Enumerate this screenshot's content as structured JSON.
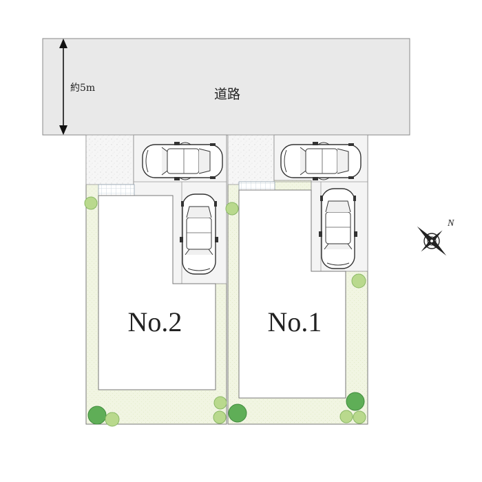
{
  "road": {
    "label": "道路",
    "width_label": "約5m"
  },
  "lots": [
    {
      "id": "lot-2",
      "label": "No.2"
    },
    {
      "id": "lot-1",
      "label": "No.1"
    }
  ],
  "compass": {
    "label": "N"
  },
  "colors": {
    "road": "#e9e9e9",
    "lawn": "#f1f5e2",
    "parking": "#f4f4f4",
    "stairs_grid": "#c9d5de",
    "outline": "#777777",
    "tree": "#5fae57",
    "shrub": "#b9d98d"
  }
}
